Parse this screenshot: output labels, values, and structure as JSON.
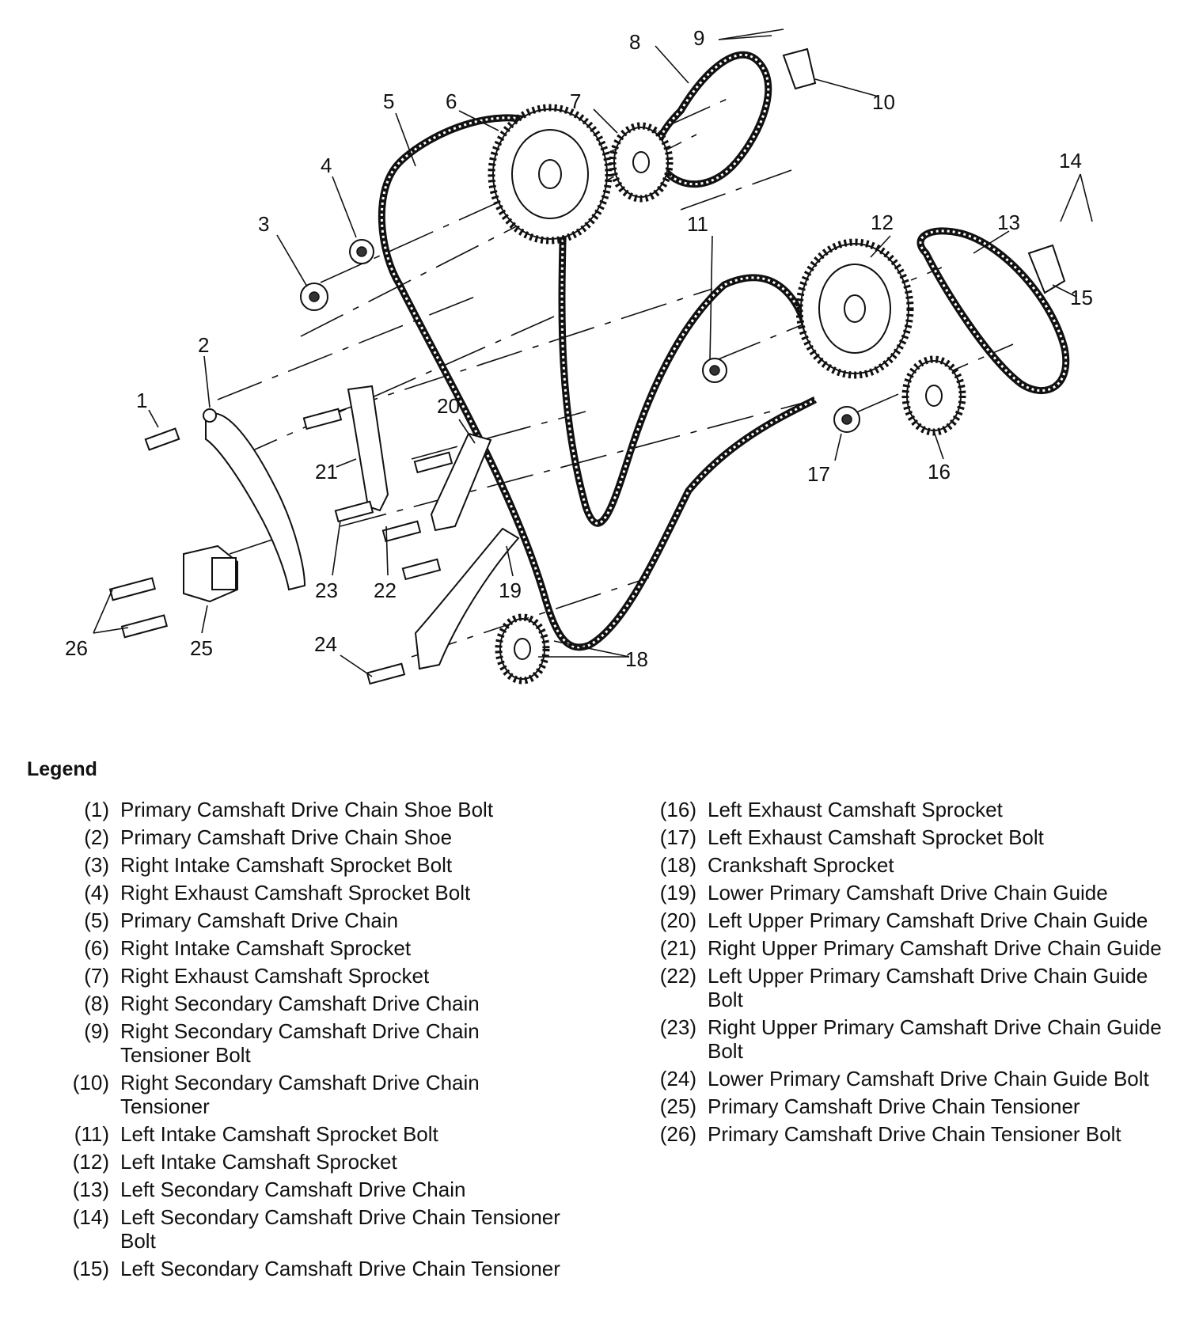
{
  "diagram": {
    "callouts": [
      "1",
      "2",
      "3",
      "4",
      "5",
      "6",
      "7",
      "8",
      "9",
      "10",
      "11",
      "12",
      "13",
      "14",
      "15",
      "16",
      "17",
      "18",
      "19",
      "20",
      "21",
      "22",
      "23",
      "24",
      "25",
      "26"
    ]
  },
  "legend": {
    "title": "Legend",
    "left": [
      {
        "num": "(1)",
        "text": "Primary Camshaft Drive Chain Shoe Bolt"
      },
      {
        "num": "(2)",
        "text": "Primary Camshaft Drive Chain Shoe"
      },
      {
        "num": "(3)",
        "text": "Right Intake Camshaft Sprocket Bolt"
      },
      {
        "num": "(4)",
        "text": "Right Exhaust Camshaft Sprocket Bolt"
      },
      {
        "num": "(5)",
        "text": "Primary Camshaft Drive Chain"
      },
      {
        "num": "(6)",
        "text": "Right Intake Camshaft Sprocket"
      },
      {
        "num": "(7)",
        "text": "Right Exhaust Camshaft Sprocket"
      },
      {
        "num": "(8)",
        "text": "Right Secondary Camshaft Drive Chain"
      },
      {
        "num": "(9)",
        "text": "Right Secondary Camshaft Drive Chain Tensioner Bolt"
      },
      {
        "num": "(10)",
        "text": "Right Secondary Camshaft Drive Chain Tensioner"
      },
      {
        "num": "(11)",
        "text": "Left Intake Camshaft Sprocket Bolt"
      },
      {
        "num": "(12)",
        "text": "Left Intake Camshaft Sprocket"
      },
      {
        "num": "(13)",
        "text": "Left Secondary Camshaft Drive Chain"
      },
      {
        "num": "(14)",
        "text": "Left Secondary Camshaft Drive Chain Tensioner Bolt"
      },
      {
        "num": "(15)",
        "text": "Left Secondary Camshaft Drive Chain Tensioner"
      }
    ],
    "right": [
      {
        "num": "(16)",
        "text": "Left Exhaust Camshaft Sprocket"
      },
      {
        "num": "(17)",
        "text": "Left Exhaust Camshaft Sprocket Bolt"
      },
      {
        "num": "(18)",
        "text": "Crankshaft Sprocket"
      },
      {
        "num": "(19)",
        "text": "Lower Primary Camshaft Drive Chain Guide"
      },
      {
        "num": "(20)",
        "text": "Left Upper Primary Camshaft Drive Chain Guide"
      },
      {
        "num": "(21)",
        "text": "Right Upper Primary Camshaft Drive Chain Guide"
      },
      {
        "num": "(22)",
        "text": "Left Upper Primary Camshaft Drive Chain Guide Bolt"
      },
      {
        "num": "(23)",
        "text": "Right Upper Primary Camshaft Drive Chain Guide Bolt"
      },
      {
        "num": "(24)",
        "text": "Lower Primary Camshaft Drive Chain Guide Bolt"
      },
      {
        "num": "(25)",
        "text": "Primary Camshaft Drive Chain Tensioner"
      },
      {
        "num": "(26)",
        "text": "Primary Camshaft Drive Chain Tensioner Bolt"
      }
    ]
  }
}
